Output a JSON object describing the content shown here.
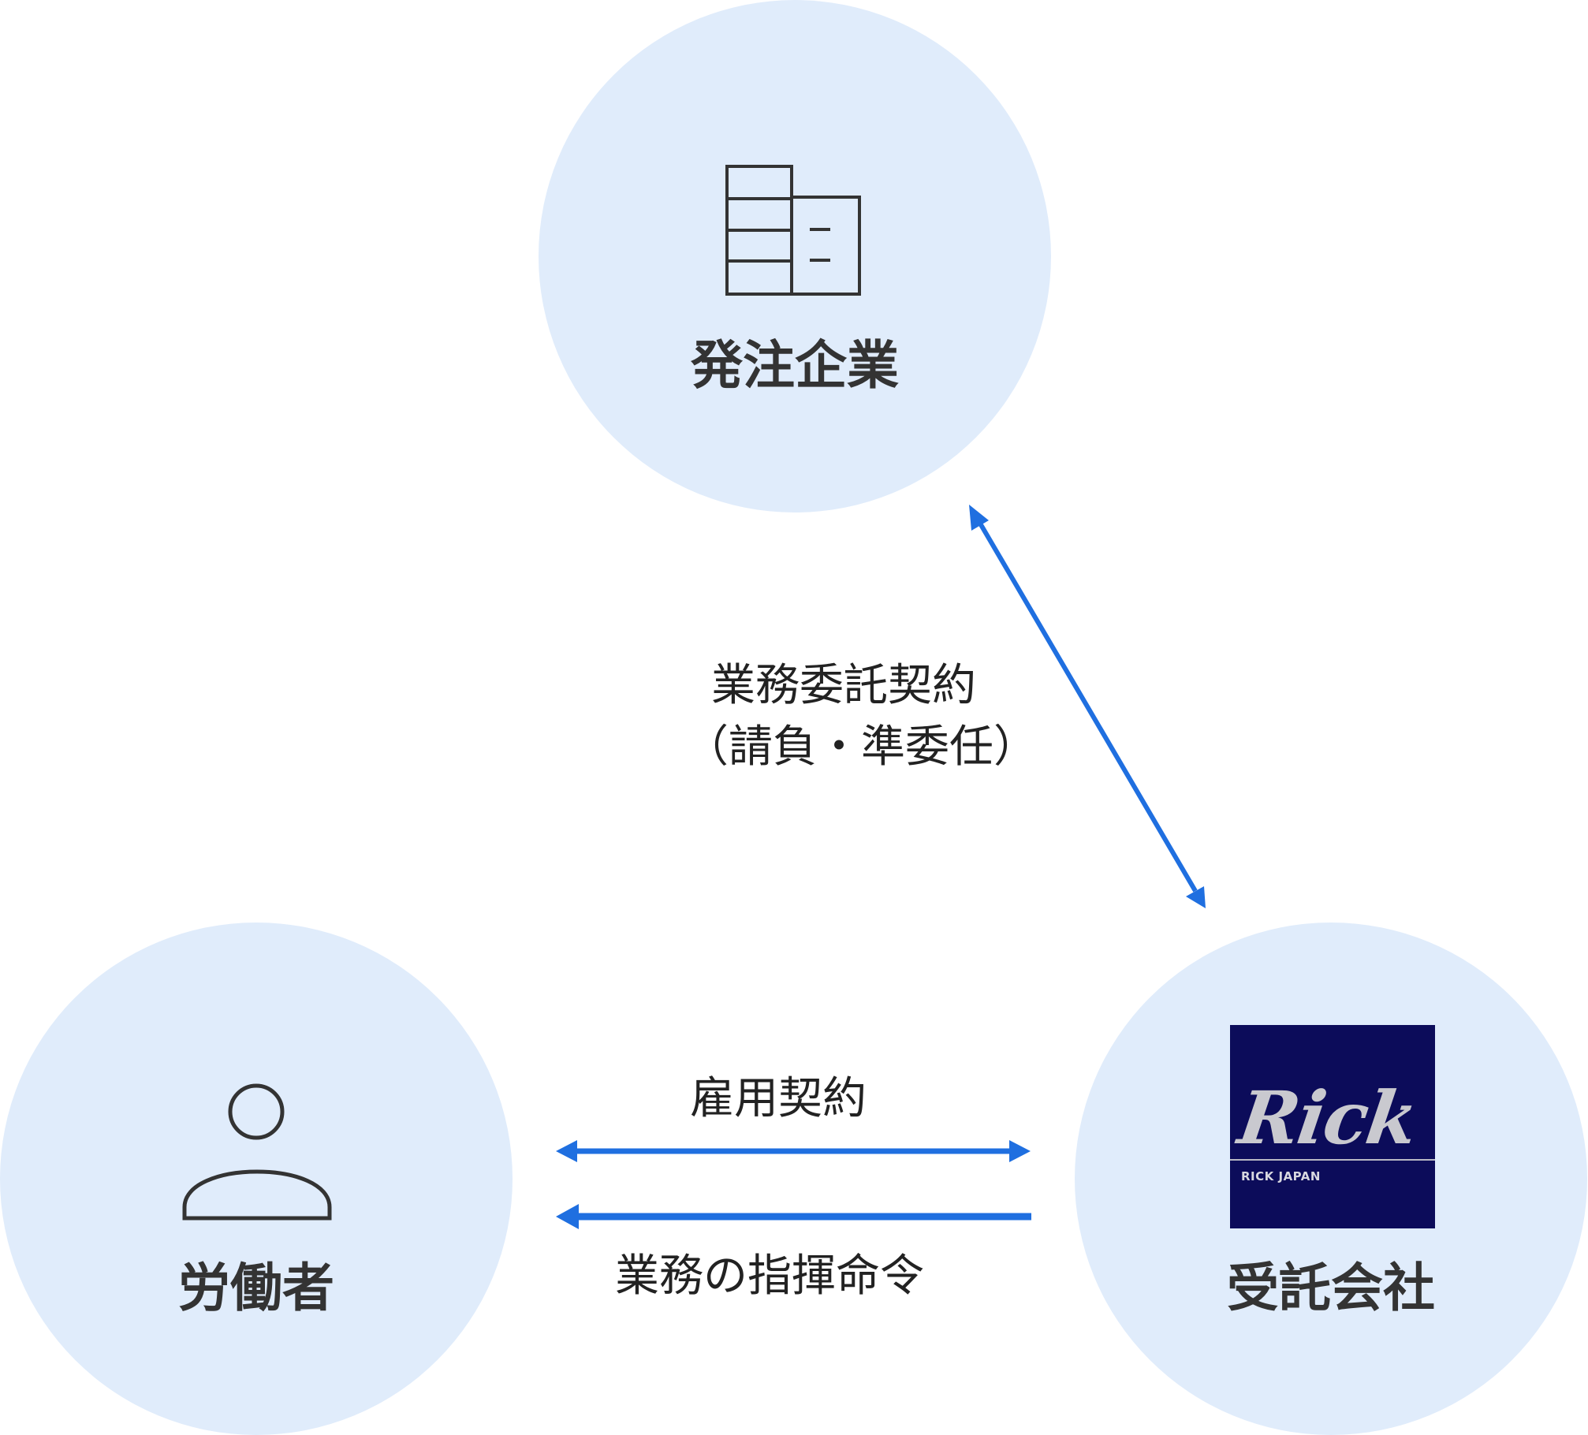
{
  "nodes": {
    "client": {
      "label": "発注企業",
      "icon": "building-icon"
    },
    "worker": {
      "label": "労働者",
      "icon": "person-icon"
    },
    "contractor": {
      "label": "受託会社",
      "logo": {
        "wordmark": "Rick",
        "subtext": "RICK JAPAN"
      }
    }
  },
  "relations": {
    "outsourcing_contract": {
      "line1": "業務委託契約",
      "line2": "（請負・準委任）",
      "direction": "bidirectional",
      "between": [
        "client",
        "contractor"
      ]
    },
    "employment_contract": {
      "label": "雇用契約",
      "direction": "bidirectional",
      "between": [
        "worker",
        "contractor"
      ]
    },
    "work_command": {
      "label": "業務の指揮命令",
      "direction": "contractor-to-worker"
    }
  },
  "colors": {
    "circle_fill": "#e0ecfb",
    "arrow": "#1f6fe0",
    "icon_stroke": "#333333",
    "logo_background": "#0c0c5a",
    "text": "#333333"
  }
}
